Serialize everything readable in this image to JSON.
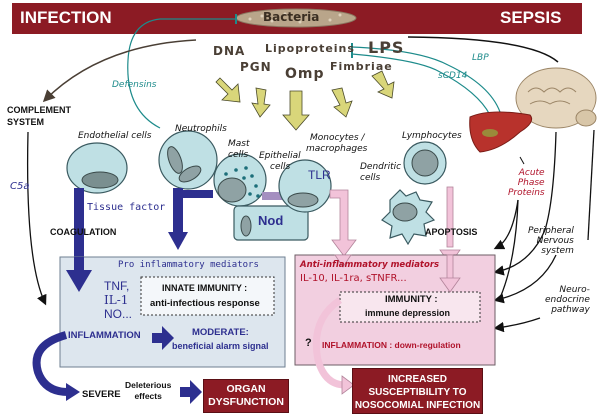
{
  "header": {
    "left_label": "INFECTION",
    "center_label": "Bacteria",
    "right_label": "SEPSIS",
    "bar_color": "#8c1b24"
  },
  "molecules": {
    "dna": "DNA",
    "lipoproteins": "Lipoproteins",
    "lps": "LPS",
    "pgn": "PGN",
    "omp": "Omp",
    "fimbriae": "Fimbriae"
  },
  "modulators": {
    "defensins": "Defensins",
    "lbp": "LBP",
    "scd14": "sCD14"
  },
  "left_side": {
    "complement_line1": "COMPLEMENT",
    "complement_line2": "SYSTEM",
    "c5a": "C5a",
    "tissue_factor": "Tissue factor",
    "coagulation": "COAGULATION"
  },
  "cells": {
    "endothelial": "Endothelial cells",
    "neutrophils": "Neutrophils",
    "mast_line1": "Mast",
    "mast_line2": "cells",
    "epithelial_line1": "Epithelial",
    "epithelial_line2": "cells",
    "monocytes_line1": "Monocytes /",
    "monocytes_line2": "macrophages",
    "lymphocytes": "Lymphocytes",
    "dendritic_line1": "Dendritic",
    "dendritic_line2": "cells",
    "tlr": "TLR",
    "nod": "Nod",
    "apoptosis": "APOPTOSIS"
  },
  "right_side": {
    "acute_line1": "Acute",
    "acute_line2": "Phase",
    "acute_line3": "Proteins",
    "peripheral_line1": "Peripheral",
    "peripheral_line2": "Nervous",
    "peripheral_line3": "system",
    "neuro_line1": "Neuro-",
    "neuro_line2": "endocrine",
    "neuro_line3": "pathway"
  },
  "pro_panel": {
    "title": "Pro inflammatory mediators",
    "mediators_line1": "TNF,",
    "mediators_line2": "IL-1",
    "mediators_line3": "NO...",
    "innate_title": "INNATE IMMUNITY :",
    "innate_sub": "anti-infectious response",
    "inflammation": "INFLAMMATION",
    "moderate": "MODERATE:",
    "moderate_sub": "beneficial alarm signal",
    "bg_color": "#dde6ee"
  },
  "anti_panel": {
    "title": "Anti-inflammatory mediators",
    "mediators": "IL-10, IL-1ra, sTNFR...",
    "immunity_title": "IMMUNITY :",
    "immunity_sub": "immune depression",
    "question": "?",
    "downreg": "INFLAMMATION : down-regulation",
    "bg_color": "#f2cfe0"
  },
  "outcomes": {
    "severe": "SEVERE",
    "deleterious_line1": "Deleterious",
    "deleterious_line2": "effects",
    "organ_line1": "ORGAN",
    "organ_line2": "DYSFUNCTION",
    "nosocomial_line1": "INCREASED",
    "nosocomial_line2": "SUSCEPTIBILITY TO",
    "nosocomial_line3": "NOSOCOMIAL INFECTION"
  }
}
